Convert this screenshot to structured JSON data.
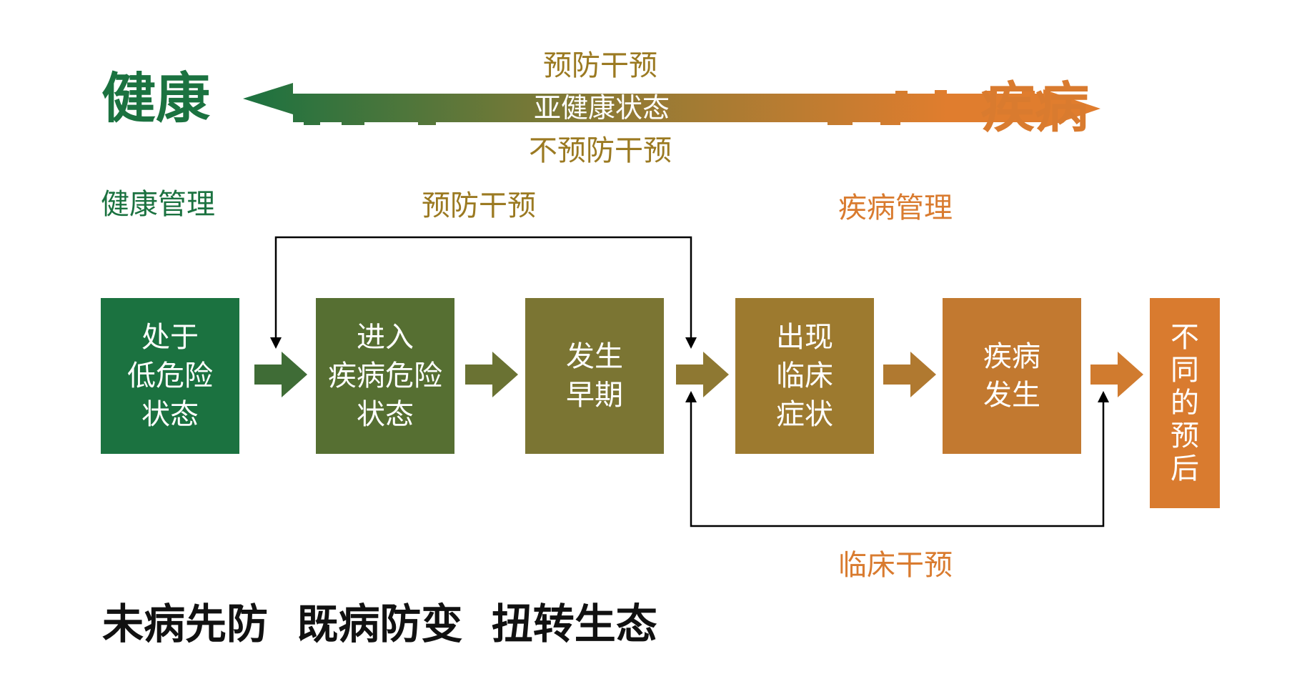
{
  "spectrum": {
    "left_label": "健康",
    "right_label": "疾病",
    "top_label": "预防干预",
    "center_label": "亚健康状态",
    "bottom_label": "不预防干预"
  },
  "management": {
    "health": "健康管理",
    "disease": "疾病管理"
  },
  "interventions": {
    "prevention": "预防干预",
    "clinical": "临床干预"
  },
  "stages": [
    {
      "label": "处于\n低危险\n状态",
      "color": "#1b7240"
    },
    {
      "label": "进入\n疾病危险\n状态",
      "color": "#566f32"
    },
    {
      "label": "发生\n早期",
      "color": "#7b7533"
    },
    {
      "label": "出现\n临床\n症状",
      "color": "#9d7a2f"
    },
    {
      "label": "疾病\n发生",
      "color": "#c27930"
    },
    {
      "label": "不\n同\n的\n预\n后",
      "color": "#d97b2f"
    }
  ],
  "slogan": "未病先防  既病防变  扭转生态",
  "colors": {
    "green": "#1b7240",
    "olive": "#9b7a22",
    "orange": "#d97b2f"
  }
}
